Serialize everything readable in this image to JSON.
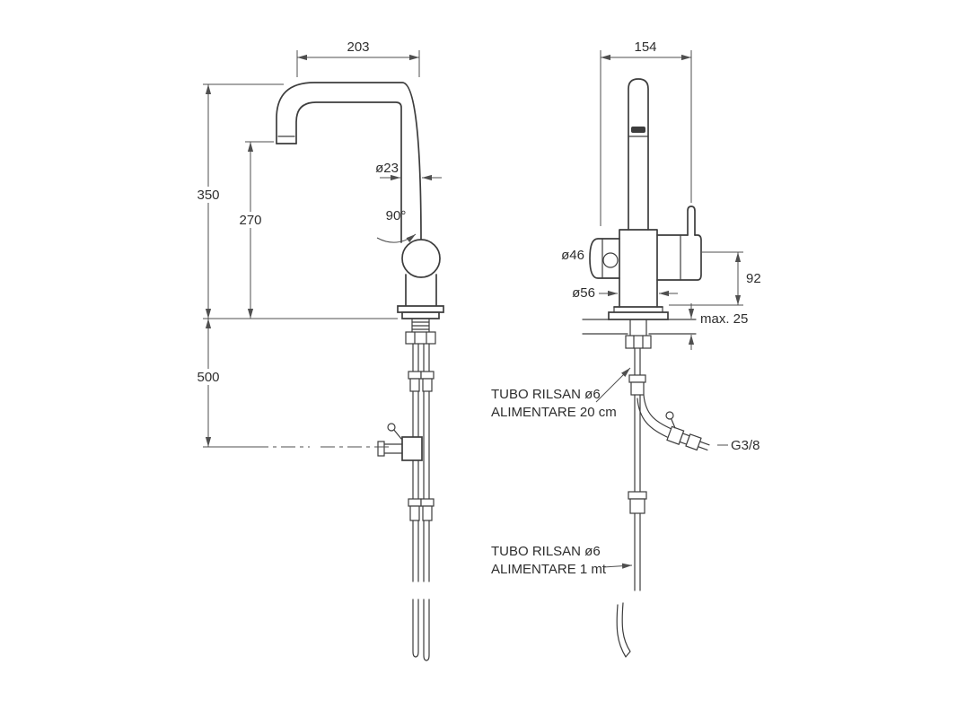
{
  "colors": {
    "line": "#3d3d3d",
    "dim": "#4f4f4f",
    "text": "#2e2e2e",
    "background": "#ffffff"
  },
  "left_view": {
    "dim_spout_reach": "203",
    "dim_height_total": "350",
    "dim_height_outlet": "270",
    "dim_spout_diameter": "ø23",
    "dim_swivel_angle": "90°",
    "dim_under_counter": "500"
  },
  "right_view": {
    "dim_overall_width": "154",
    "dim_hole_diameter": "ø46",
    "dim_base_diameter": "ø56",
    "dim_body_height": "92",
    "dim_counter_max": "max. 25",
    "label_connection": "G3/8"
  },
  "annotations": {
    "hose_short": {
      "line1": "TUBO RILSAN ø6",
      "line2": "ALIMENTARE 20 cm"
    },
    "hose_long": {
      "line1": "TUBO RILSAN ø6",
      "line2": "ALIMENTARE 1 mt"
    }
  }
}
